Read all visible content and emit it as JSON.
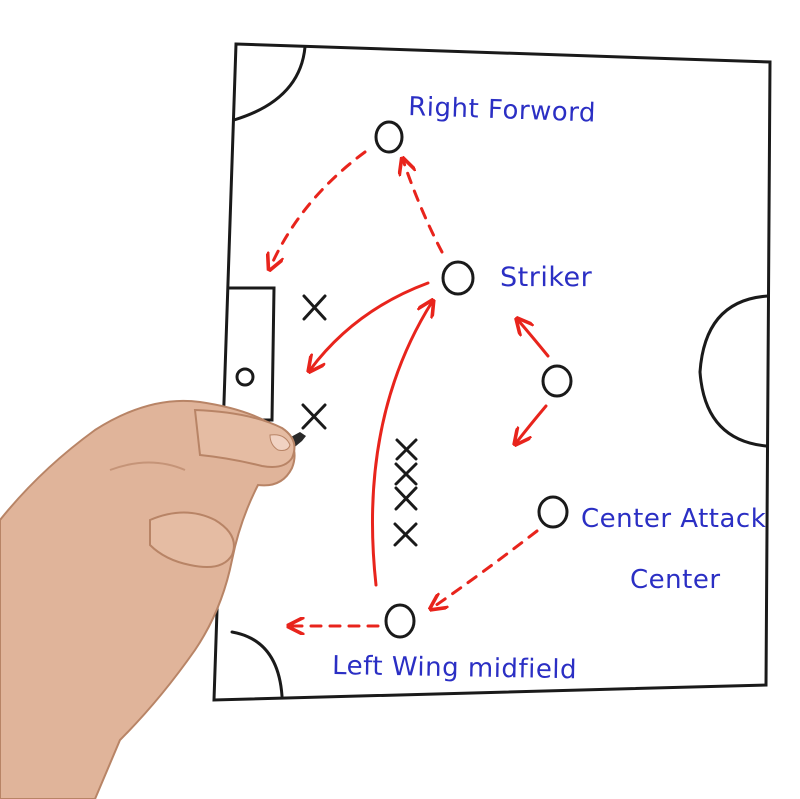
{
  "labels": {
    "right_forward": "Right Forword",
    "striker": "Striker",
    "center_attack": "Center Attack",
    "center": "Center",
    "left_wing_midfield": "Left Wing midfield"
  },
  "colors": {
    "ink": "#1a1a1a",
    "label_blue": "#2b2fc4",
    "arrow_red": "#e8241c",
    "skin": "#e0b49a",
    "pen": "#161616"
  },
  "markers": {
    "player_symbol": "circle",
    "opponent_symbol": "cross"
  }
}
